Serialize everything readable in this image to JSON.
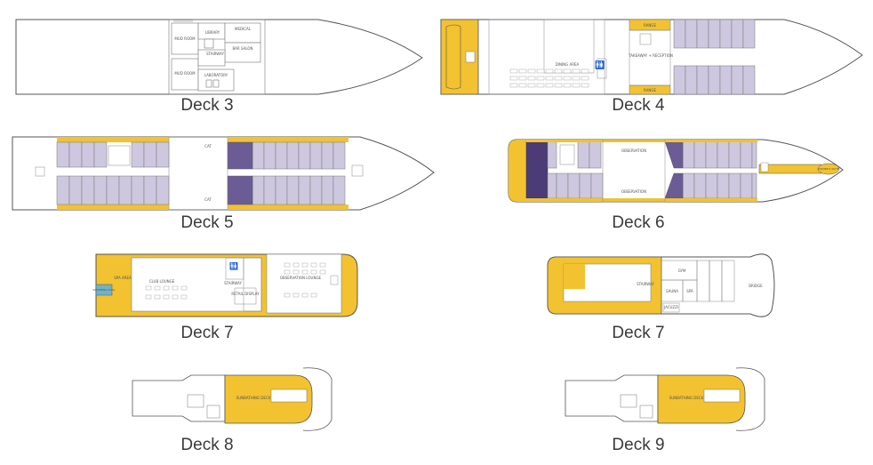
{
  "colors": {
    "hull_fill": "#ffffff",
    "hull_stroke": "#555555",
    "public_area": "#f2c230",
    "cabin": "#cdc8df",
    "suite": "#4b3c78",
    "wall": "#888888"
  },
  "decks": [
    {
      "label": "Deck 3",
      "rooms": [
        "LIBRARY",
        "MEDICAL",
        "MUD ROOM",
        "STAIRWAY",
        "BAR SALON",
        "MUD ROOM",
        "LABORATORY"
      ]
    },
    {
      "label": "Deck 4",
      "rooms": [
        "DINING AREA",
        "TAKEAWAY + RECEPTION",
        "RANGE",
        "RANGE"
      ]
    },
    {
      "label": "Deck 5",
      "rooms": [
        "CAT",
        "CAT"
      ]
    },
    {
      "label": "Deck 6",
      "rooms": [
        "OBSERVATION",
        "OBSERVATION",
        "OWNER'S SUITE"
      ]
    },
    {
      "label": "Deck 7",
      "rooms": [
        "SPA AREA",
        "SWIMMING POOL",
        "CLUB LOUNGE",
        "STAIRWAY",
        "RETAIL DISPLAY",
        "OBSERVATION LOUNGE"
      ]
    },
    {
      "label": "Deck 7",
      "rooms": [
        "GYM",
        "STAIRWAY",
        "SAUNA",
        "SPA",
        "JACUZZI",
        "BRIDGE"
      ]
    },
    {
      "label": "Deck 8",
      "rooms": [
        "SUNBATHING DECK"
      ]
    },
    {
      "label": "Deck 9",
      "rooms": [
        "SUNBATHING DECK"
      ]
    }
  ]
}
